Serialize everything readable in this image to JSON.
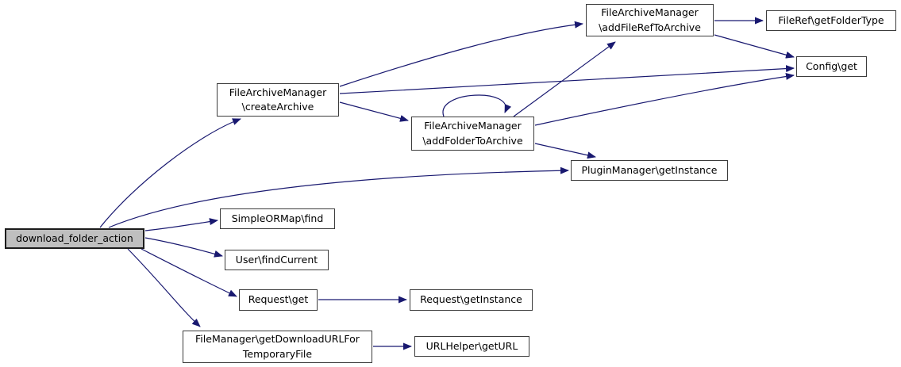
{
  "diagram": {
    "type": "call-graph",
    "edge_color": "#191970",
    "highlight_fill": "#bfbfbf",
    "nodes": {
      "download_folder_action": {
        "label": "download_folder_action",
        "highlighted": true
      },
      "create_archive": {
        "label": "FileArchiveManager\n\\createArchive"
      },
      "add_file_ref_to_archive": {
        "label": "FileArchiveManager\n\\addFileRefToArchive"
      },
      "file_ref_get_folder_type": {
        "label": "FileRef\\getFolderType"
      },
      "config_get": {
        "label": "Config\\get"
      },
      "add_folder_to_archive": {
        "label": "FileArchiveManager\n\\addFolderToArchive"
      },
      "plugin_manager_get_instance": {
        "label": "PluginManager\\getInstance"
      },
      "simple_or_map_find": {
        "label": "SimpleORMap\\find"
      },
      "user_find_current": {
        "label": "User\\findCurrent"
      },
      "request_get": {
        "label": "Request\\get"
      },
      "request_get_instance": {
        "label": "Request\\getInstance"
      },
      "file_manager_get_download_url": {
        "label": "FileManager\\getDownloadURLFor\nTemporaryFile"
      },
      "url_helper_get_url": {
        "label": "URLHelper\\getURL"
      }
    },
    "edges": [
      {
        "from": "download_folder_action",
        "to": "FileArchiveManager\\createArchive"
      },
      {
        "from": "download_folder_action",
        "to": "PluginManager\\getInstance"
      },
      {
        "from": "download_folder_action",
        "to": "SimpleORMap\\find"
      },
      {
        "from": "download_folder_action",
        "to": "User\\findCurrent"
      },
      {
        "from": "download_folder_action",
        "to": "Request\\get"
      },
      {
        "from": "download_folder_action",
        "to": "FileManager\\getDownloadURLForTemporaryFile"
      },
      {
        "from": "FileArchiveManager\\createArchive",
        "to": "FileArchiveManager\\addFileRefToArchive"
      },
      {
        "from": "FileArchiveManager\\createArchive",
        "to": "Config\\get"
      },
      {
        "from": "FileArchiveManager\\createArchive",
        "to": "FileArchiveManager\\addFolderToArchive"
      },
      {
        "from": "FileArchiveManager\\addFileRefToArchive",
        "to": "FileRef\\getFolderType"
      },
      {
        "from": "FileArchiveManager\\addFileRefToArchive",
        "to": "Config\\get"
      },
      {
        "from": "FileArchiveManager\\addFolderToArchive",
        "to": "FileArchiveManager\\addFolderToArchive"
      },
      {
        "from": "FileArchiveManager\\addFolderToArchive",
        "to": "FileArchiveManager\\addFileRefToArchive"
      },
      {
        "from": "FileArchiveManager\\addFolderToArchive",
        "to": "Config\\get"
      },
      {
        "from": "FileArchiveManager\\addFolderToArchive",
        "to": "PluginManager\\getInstance"
      },
      {
        "from": "Request\\get",
        "to": "Request\\getInstance"
      },
      {
        "from": "FileManager\\getDownloadURLForTemporaryFile",
        "to": "URLHelper\\getURL"
      }
    ]
  }
}
